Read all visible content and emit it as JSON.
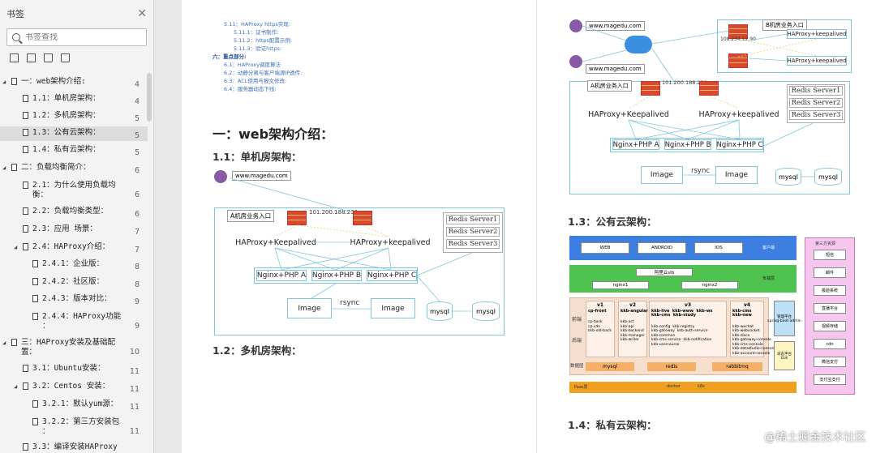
{
  "sidebar": {
    "title": "书签",
    "search_placeholder": "书签查找",
    "items": [
      {
        "label": "一：web架构介绍:",
        "page": "4",
        "top": 0,
        "level": 0
      },
      {
        "label": "1.1：单机房架构：",
        "page": "4",
        "level": 1
      },
      {
        "label": "1.2：多机房架构：",
        "page": "5",
        "level": 1
      },
      {
        "label": "1.3：公有云架构：",
        "page": "5",
        "level": 1
      },
      {
        "label": "1.4：私有云架构：",
        "page": "5",
        "level": 1
      },
      {
        "label": "二：负载均衡简介：",
        "page": "6",
        "level": 0
      },
      {
        "label": "2.1：为什么使用负载均",
        "label2": "衡：",
        "page": "6",
        "level": 1
      },
      {
        "label": "2.2：负载均衡类型：",
        "page": "6",
        "level": 1
      },
      {
        "label": "2.3：应用 场景：",
        "page": "7",
        "level": 1
      },
      {
        "label": "2.4：HAProxy介绍：",
        "page": "7",
        "level": 1
      },
      {
        "label": "2.4.1：企业版：",
        "page": "8",
        "level": 2
      },
      {
        "label": "2.4.2：社区版：",
        "page": "8",
        "level": 2
      },
      {
        "label": "2.4.3：版本对比：",
        "page": "9",
        "level": 2
      },
      {
        "label": "2.4.4：HAProxy功能",
        "label2": "：",
        "page": "9",
        "level": 2
      },
      {
        "label": "三：HAProxy安装及基础配",
        "label2": "置：",
        "page": "10",
        "level": 0
      },
      {
        "label": "3.1：Ubuntu安装：",
        "page": "11",
        "level": 1
      },
      {
        "label": "3.2：Centos 安装：",
        "page": "11",
        "level": 1
      },
      {
        "label": "3.2.1：默认yum源：",
        "page": "11",
        "level": 2
      },
      {
        "label": "3.2.2：第三方安装包",
        "label2": "：",
        "page": "11",
        "level": 2
      },
      {
        "label": "3.3：编译安装HAProxy",
        "page": "",
        "level": 1
      }
    ]
  },
  "left_page": {
    "toc_lines": [
      "5.11：HAProxy https实现:",
      "5.11.1：证书制作:",
      "5.11.2：https配置示例:",
      "5.11.3：验证https:",
      "六：重点部分:",
      "6.1：HAProxy调度算法",
      "6.2：动静分离与客户端源IP透传:",
      "6.3：ACL使用与报文修改:",
      "6.4：服务器动态下线:"
    ],
    "h1": "一：web架构介绍：",
    "h2a": "1.1：单机房架构：",
    "h2b": "1.2：多机房架构：",
    "diagram": {
      "url": "www.magedu.com",
      "entry": "A机房业务入口",
      "ip": "101.200.188.230",
      "hap1": "HAProxy+Keepalived",
      "hap2": "HAProxy+keepalived",
      "nginx": [
        "Nginx+PHP A",
        "Nginx+PHP B",
        "Nginx+PHP C"
      ],
      "image": "Image",
      "rsync": "rsync",
      "mysql": "mysql",
      "redis": [
        "Redis  Server1",
        "Redis  Server2",
        "Redis  Server3"
      ]
    }
  },
  "right_page": {
    "url1": "www.magedu.com",
    "url2": "www.magedu.com",
    "entry_b": "B机房业务入口",
    "ip_b": "108.234.12.90",
    "hap_b1": "HAProxy+keepalived",
    "hap_b2": "HAProxy+keepalived",
    "entry_a": "A机房业务入口",
    "ip_a": "101.200.188.230",
    "hap_a1": "HAProxy+Keepalived",
    "hap_a2": "HAProxy+keepalived",
    "nginx": [
      "Nginx+PHP A",
      "Nginx+PHP B",
      "Nginx+PHP C"
    ],
    "image": "Image",
    "rsync": "rsync",
    "mysql": "mysql",
    "redis": [
      "Redis  Server1",
      "Redis  Server2",
      "Redis  Server3"
    ],
    "h2a": "1.3：公有云架构：",
    "h2b": "1.4：私有云架构：",
    "arch": {
      "top_boxes": [
        "WEB",
        "ANDROID",
        "IOS"
      ],
      "top_label": "客户端",
      "slb": "阿里云slb",
      "nginx": [
        "nginx1",
        "nginx2"
      ],
      "nginx_label": "负载层",
      "versions": [
        "v1",
        "v2",
        "v3",
        "v4"
      ],
      "front": [
        "cp-front",
        "kkb-angular",
        "kkb-live  kkb-www  kkb-wx",
        "kkb-cms"
      ],
      "front2": [
        "",
        "",
        "kkb-cms  kkb-study",
        "kkb-new"
      ],
      "left_labels": [
        "前端",
        "后端",
        "数据层"
      ],
      "back": [
        "cp-back\ncp-cdn\nkkb-old-back",
        "kkb-act\nkkb-api\nkkb-backend\nkkb-manager\nkkb-writer",
        "kkb-config  kkb-registry\nkkb-gateway  kkb-auth-service\nkkb-common\nkkb-cms-service  kkb-notification\nkkb-usercourse",
        "kkb-wechat\nkkb-websocket\nkkb-disco\nkkb-gateway-console\nkkb-cms-console\nkkb-datastudio-console\nkkb-account-console"
      ],
      "db": [
        "mysql",
        "redis",
        "rabbitmq"
      ],
      "mgmt": "管理平台\nspring-boot-admin",
      "logplat": "日志平台\nELK",
      "bottom": [
        "Paas层",
        "docker",
        "k8s"
      ],
      "third_title": "第三方资源",
      "third": [
        "短信",
        "邮件",
        "极验系统",
        "直播平台",
        "视频存储",
        "cdn",
        "微信支付",
        "支付宝支付"
      ]
    }
  },
  "watermark": "@稀土掘金技术社区",
  "colors": {
    "accent": "#3a6fc0",
    "diagram_line": "#7fc6dd",
    "firewall": "#d84b2a"
  }
}
